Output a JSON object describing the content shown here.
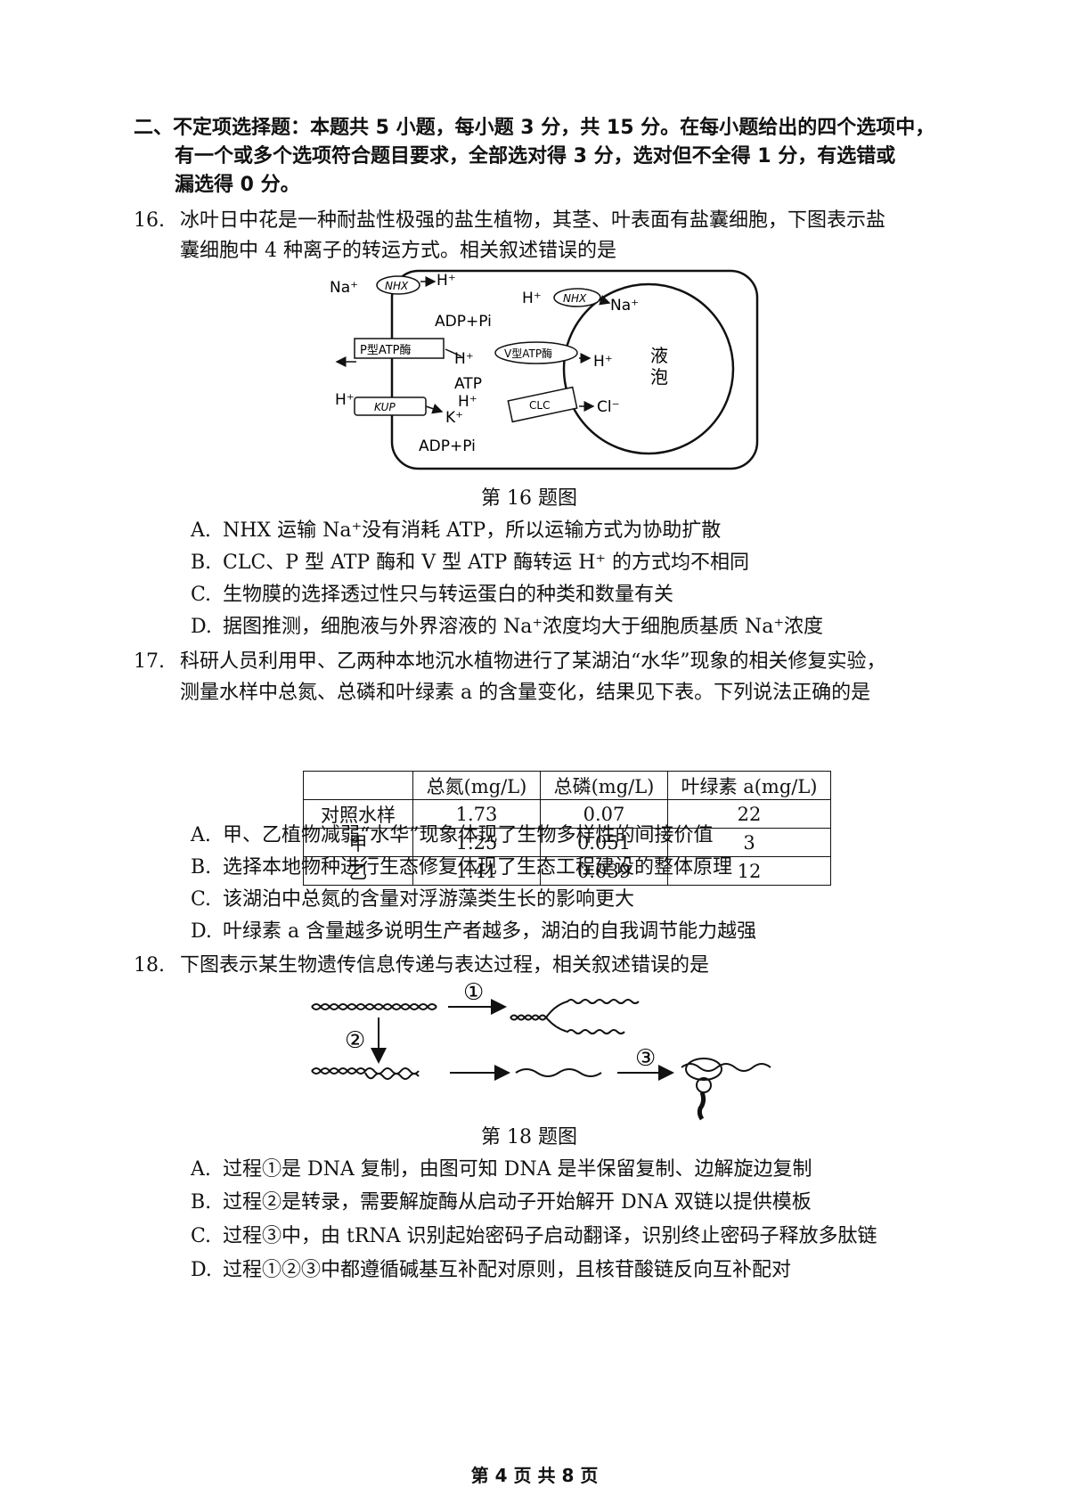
{
  "section": {
    "line1": "二、不定项选择题：本题共 5 小题，每小题 3 分，共 15 分。在每小题给出的四个选项中，",
    "line2": "有一个或多个选项符合题目要求，全部选对得 3 分，选对但不全得 1 分，有选错或",
    "line3": "漏选得 0 分。"
  },
  "q16": {
    "number": "16.",
    "stem1": "冰叶日中花是一种耐盐性极强的盐生植物，其茎、叶表面有盐囊细胞，下图表示盐",
    "stem2": "囊细胞中 4 种离子的转运方式。相关叙述错误的是",
    "figure": {
      "na_left": "Na⁺",
      "nhx_left": "NHX",
      "h_top": "H⁺",
      "h_vac_top": "H⁺",
      "nhx_right": "NHX",
      "na_right": "Na⁺",
      "adp_pi_top": "ADP+Pi",
      "p_atpase": "P型ATP酶",
      "h_mid": "H⁺",
      "v_atpase": "V型ATP酶",
      "h_vac": "H⁺",
      "vacuole_1": "液",
      "vacuole_2": "泡",
      "atp": "ATP",
      "h_kup": "H⁺",
      "kup": "KUP",
      "h_clc": "H⁺",
      "k": "K⁺",
      "clc": "CLC",
      "cl": "Cl⁻",
      "adp_pi_bottom": "ADP+Pi"
    },
    "caption": "第 16 题图",
    "options": [
      {
        "letter": "A.",
        "text": "NHX 运输 Na⁺没有消耗 ATP，所以运输方式为协助扩散"
      },
      {
        "letter": "B.",
        "text": "CLC、P 型 ATP 酶和 V 型 ATP 酶转运 H⁺ 的方式均不相同"
      },
      {
        "letter": "C.",
        "text": "生物膜的选择透过性只与转运蛋白的种类和数量有关"
      },
      {
        "letter": "D.",
        "text": "据图推测，细胞液与外界溶液的 Na⁺浓度均大于细胞质基质 Na⁺浓度"
      }
    ]
  },
  "q17": {
    "number": "17.",
    "stem1": "科研人员利用甲、乙两种本地沉水植物进行了某湖泊“水华”现象的相关修复实验，",
    "stem2": "测量水样中总氮、总磷和叶绿素 a 的含量变化，结果见下表。下列说法正确的是",
    "table": {
      "headers": [
        "",
        "总氮(mg/L)",
        "总磷(mg/L)",
        "叶绿素 a(mg/L)"
      ],
      "rows": [
        [
          "对照水样",
          "1.73",
          "0.07",
          "22"
        ],
        [
          "甲",
          "1.25",
          "0.051",
          "3"
        ],
        [
          "乙",
          "1.41",
          "0.039",
          "12"
        ]
      ]
    },
    "options": [
      {
        "letter": "A.",
        "text": "甲、乙植物减弱“水华”现象体现了生物多样性的间接价值"
      },
      {
        "letter": "B.",
        "text": "选择本地物种进行生态修复体现了生态工程建设的整体原理"
      },
      {
        "letter": "C.",
        "text": "该湖泊中总氮的含量对浮游藻类生长的影响更大"
      },
      {
        "letter": "D.",
        "text": "叶绿素 a 含量越多说明生产者越多，湖泊的自我调节能力越强"
      }
    ]
  },
  "q18": {
    "number": "18.",
    "stem": "下图表示某生物遗传信息传递与表达过程，相关叙述错误的是",
    "figure": {
      "step1": "①",
      "step2": "②",
      "step3": "③"
    },
    "caption": "第 18 题图",
    "options": [
      {
        "letter": "A.",
        "text": "过程①是 DNA 复制，由图可知 DNA 是半保留复制、边解旋边复制"
      },
      {
        "letter": "B.",
        "text": "过程②是转录，需要解旋酶从启动子开始解开 DNA 双链以提供模板"
      },
      {
        "letter": "C.",
        "text": "过程③中，由 tRNA 识别起始密码子启动翻译，识别终止密码子释放多肽链"
      },
      {
        "letter": "D.",
        "text": "过程①②③中都遵循碱基互补配对原则，且核苷酸链反向互补配对"
      }
    ]
  },
  "footer": "第 4 页 共 8 页"
}
